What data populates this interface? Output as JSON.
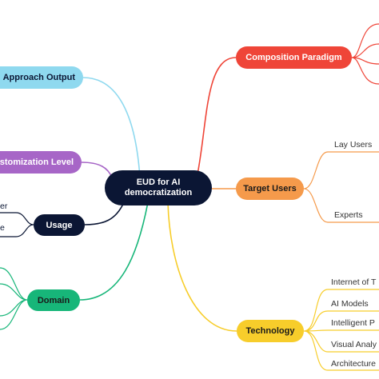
{
  "center": {
    "label_line1": "EUD for AI",
    "label_line2": "democratization"
  },
  "branches": {
    "composition_paradigm": {
      "label": "Composition Paradigm",
      "color": "#ef4538"
    },
    "target_users": {
      "label": "Target Users",
      "color": "#f59a4b",
      "children": [
        "Lay Users",
        "Experts"
      ]
    },
    "technology": {
      "label": "Technology",
      "color": "#f7cd2b",
      "children": [
        "Internet of T",
        "AI Models",
        "Intelligent P",
        "Visual Analy",
        "Architecture"
      ]
    },
    "approach_output": {
      "label": "Approach Output",
      "color": "#8fd9ef"
    },
    "customization_level": {
      "label": "stomization Level",
      "color": "#a766c7"
    },
    "usage": {
      "label": "Usage",
      "color": "#0b1634",
      "children": [
        "er",
        "e"
      ]
    },
    "domain": {
      "label": "Domain",
      "color": "#17b679"
    }
  }
}
